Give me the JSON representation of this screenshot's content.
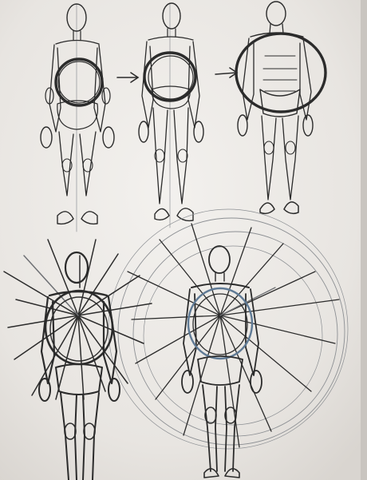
{
  "photo": {
    "subject": "pencil-figure-drawing-sheet",
    "paper_color": "#ece9e6",
    "pencil_dark": "#2b2b2b",
    "pencil_light": "#8c8f93",
    "figure_count": 5,
    "arrow_count": 2
  }
}
